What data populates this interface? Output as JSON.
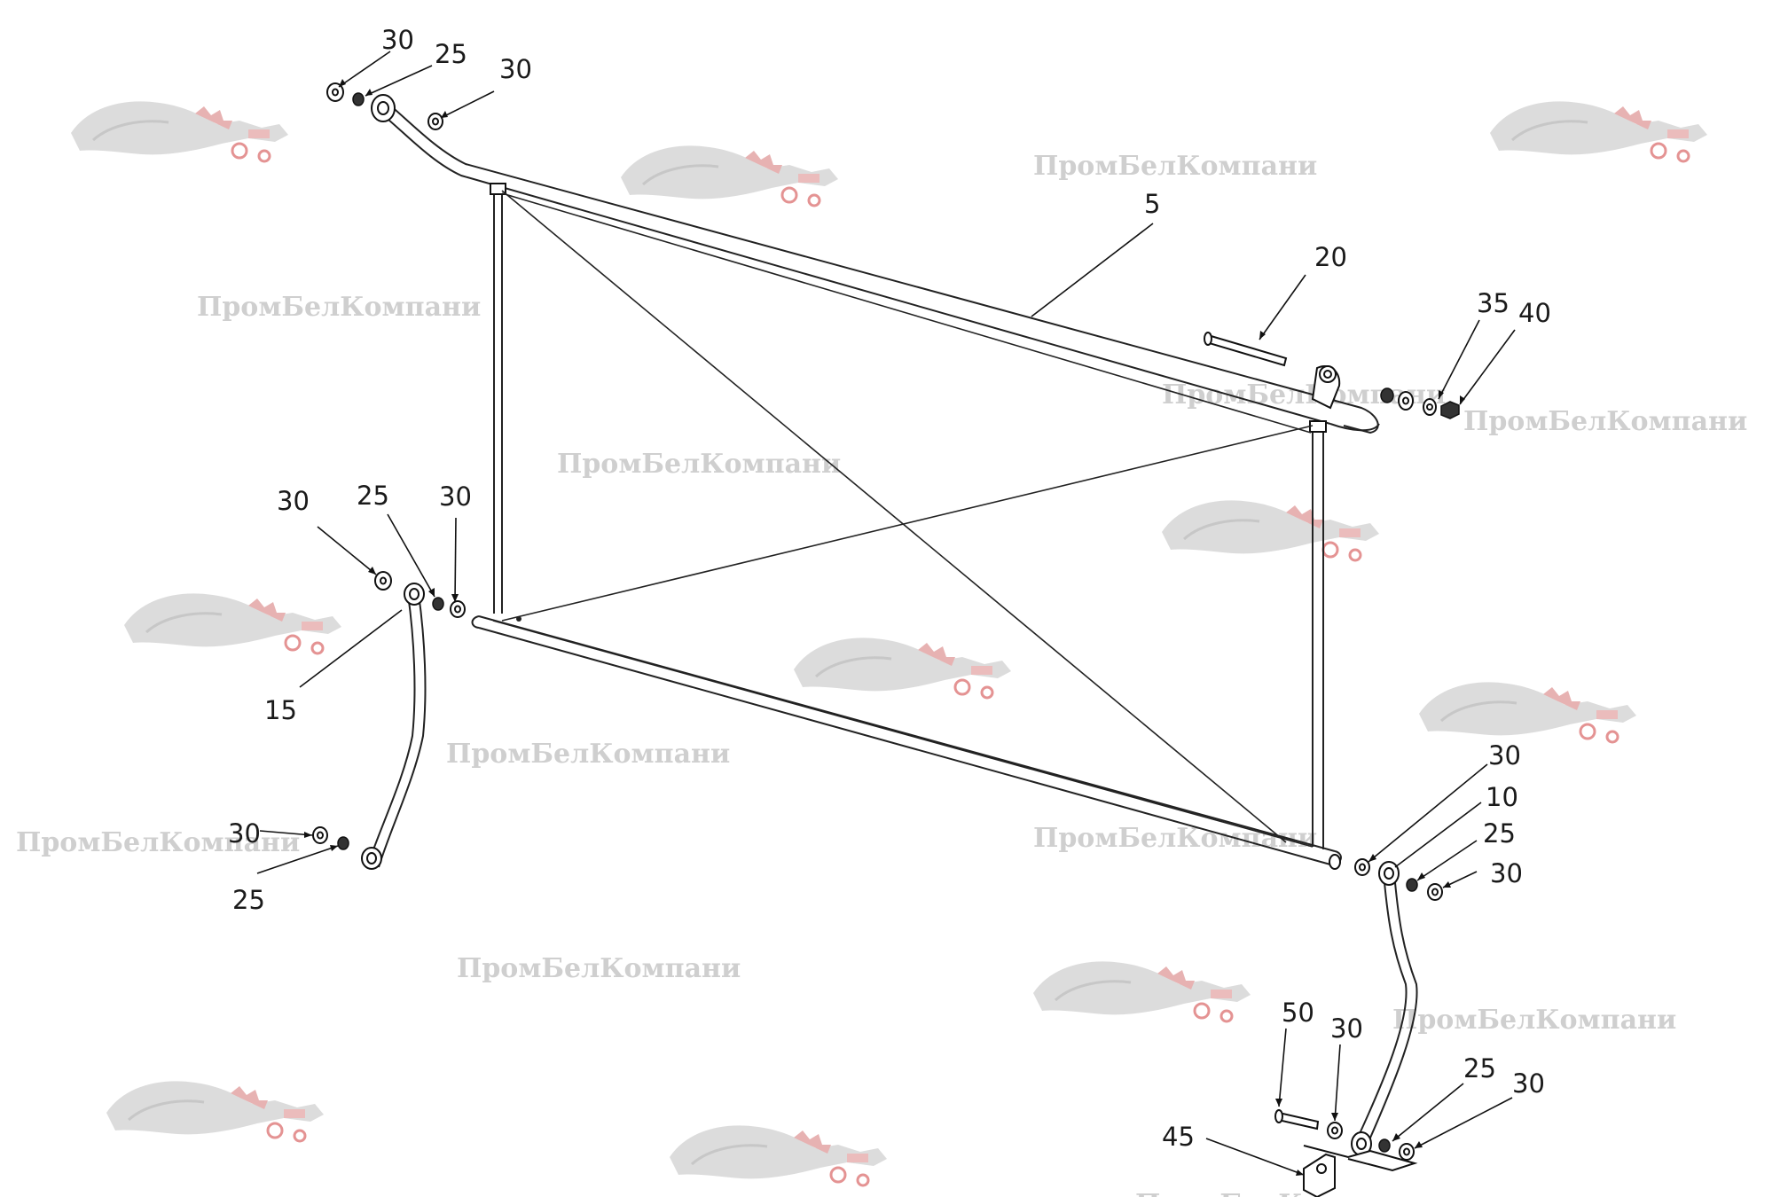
{
  "diagram": {
    "watermark_text": "ПромБелКомпани",
    "watermark_logo_color": "#c0392b",
    "line_color": "#222222",
    "callouts": {
      "top_left_washer_outer": "30",
      "top_left_bushing": "25",
      "top_left_washer_inner": "30",
      "frame_upper_bar": "5",
      "upper_pin": "20",
      "upper_right_washer": "35",
      "upper_right_nut": "40",
      "mid_left_washer_outer": "30",
      "mid_left_bushing": "25",
      "mid_left_washer_inner": "30",
      "left_link": "15",
      "lower_left_washer": "30",
      "lower_left_bushing": "25",
      "right_washer_top": "30",
      "right_link": "10",
      "right_bushing": "25",
      "right_washer_bottom": "30",
      "bottom_pin": "50",
      "bottom_washer_inner": "30",
      "bottom_bushing": "25",
      "bottom_washer_outer": "30",
      "bottom_bracket": "45"
    }
  }
}
